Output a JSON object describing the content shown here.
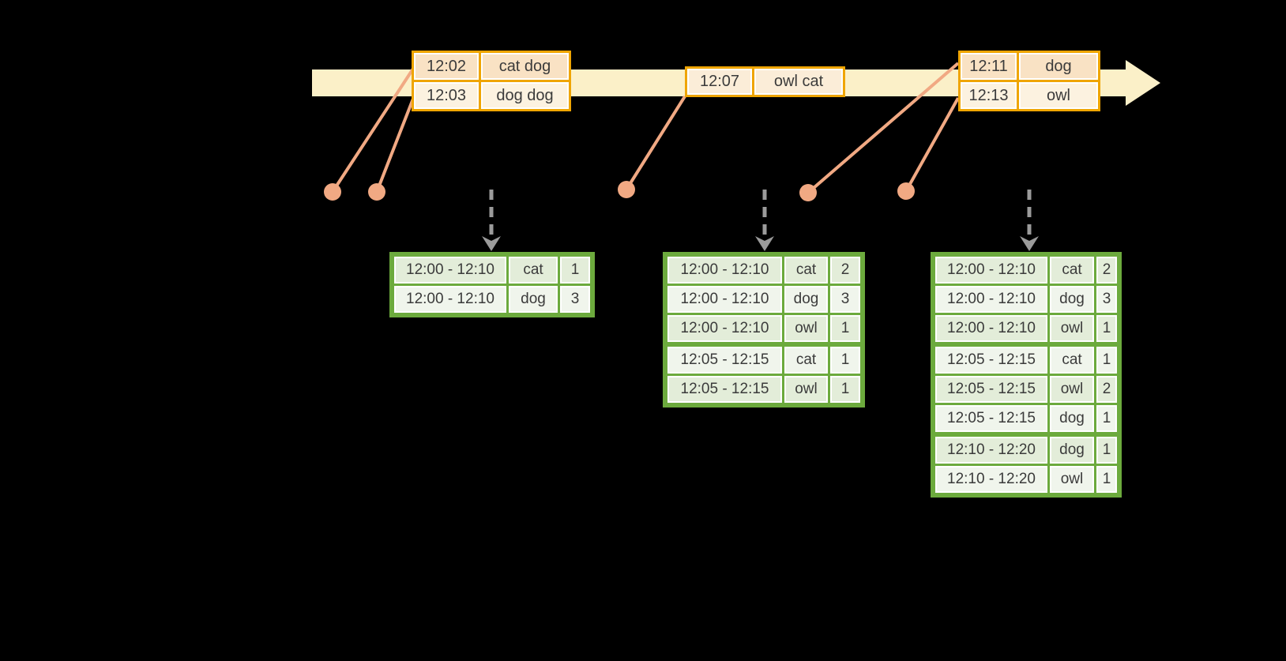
{
  "event_tables": [
    {
      "rows": [
        {
          "time": "12:02",
          "words": "cat dog"
        },
        {
          "time": "12:03",
          "words": "dog dog"
        }
      ]
    },
    {
      "rows": [
        {
          "time": "12:07",
          "words": "owl cat"
        }
      ]
    },
    {
      "rows": [
        {
          "time": "12:11",
          "words": "dog"
        },
        {
          "time": "12:13",
          "words": "owl"
        }
      ]
    }
  ],
  "result_tables": [
    {
      "groups": [
        [
          {
            "window": "12:00 - 12:10",
            "word": "cat",
            "count": "1"
          },
          {
            "window": "12:00 - 12:10",
            "word": "dog",
            "count": "3"
          }
        ]
      ]
    },
    {
      "groups": [
        [
          {
            "window": "12:00 - 12:10",
            "word": "cat",
            "count": "2"
          },
          {
            "window": "12:00 - 12:10",
            "word": "dog",
            "count": "3"
          },
          {
            "window": "12:00 - 12:10",
            "word": "owl",
            "count": "1"
          }
        ],
        [
          {
            "window": "12:05 - 12:15",
            "word": "cat",
            "count": "1"
          },
          {
            "window": "12:05 - 12:15",
            "word": "owl",
            "count": "1"
          }
        ]
      ]
    },
    {
      "groups": [
        [
          {
            "window": "12:00 - 12:10",
            "word": "cat",
            "count": "2"
          },
          {
            "window": "12:00 - 12:10",
            "word": "dog",
            "count": "3"
          },
          {
            "window": "12:00 - 12:10",
            "word": "owl",
            "count": "1"
          }
        ],
        [
          {
            "window": "12:05 - 12:15",
            "word": "cat",
            "count": "1"
          },
          {
            "window": "12:05 - 12:15",
            "word": "owl",
            "count": "2"
          },
          {
            "window": "12:05 - 12:15",
            "word": "dog",
            "count": "1"
          }
        ],
        [
          {
            "window": "12:10 - 12:20",
            "word": "dog",
            "count": "1"
          },
          {
            "window": "12:10 - 12:20",
            "word": "owl",
            "count": "1"
          }
        ]
      ]
    }
  ],
  "colors": {
    "background": "#000000",
    "timeline_band": "#FBF0C8",
    "event_table_border": "#EFA502",
    "event_row_peach": "#F9E2C4",
    "event_row_cream": "#FCF2E0",
    "marker_salmon": "#F1A983",
    "result_table_border": "#6CAA3D",
    "result_row_dark": "#E3EDD9",
    "result_row_light": "#F0F5EC",
    "trigger_arrow_gray": "#9B9B9B",
    "text": "#3B3B3B"
  }
}
